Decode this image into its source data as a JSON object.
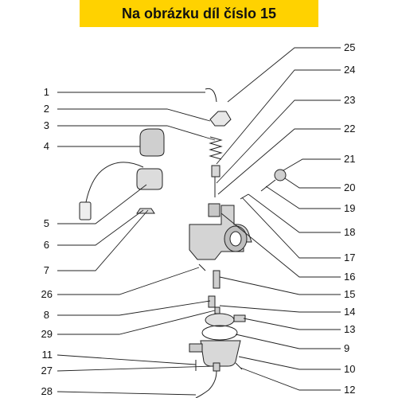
{
  "header": {
    "title": "Na obrázku díl číslo 15",
    "color": "#ffd200"
  },
  "left_labels": [
    "1",
    "2",
    "3",
    "4",
    "5",
    "6",
    "7",
    "26",
    "8",
    "29",
    "11",
    "27",
    "28"
  ],
  "right_labels": [
    "25",
    "24",
    "23",
    "22",
    "21",
    "20",
    "19",
    "18",
    "17",
    "16",
    "15",
    "14",
    "13",
    "9",
    "10",
    "12"
  ]
}
